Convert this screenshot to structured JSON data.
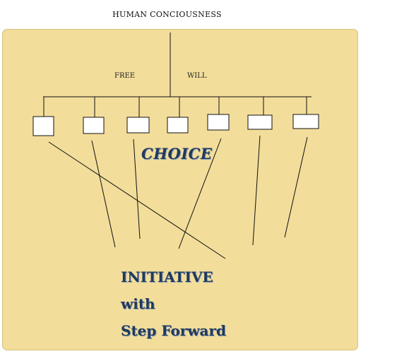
{
  "diagram": {
    "title": "HUMAN CONCIOUSNESS",
    "branch_left_label": "FREE",
    "branch_right_label": "WILL",
    "center_label": "CHOICE",
    "outcome_lines": [
      "INITIATIVE",
      "with",
      "Step Forward"
    ],
    "option_count": 7
  },
  "colors": {
    "panel_fill": "#f2dd9a",
    "line": "#111111",
    "text_accent": "#203a5c"
  }
}
